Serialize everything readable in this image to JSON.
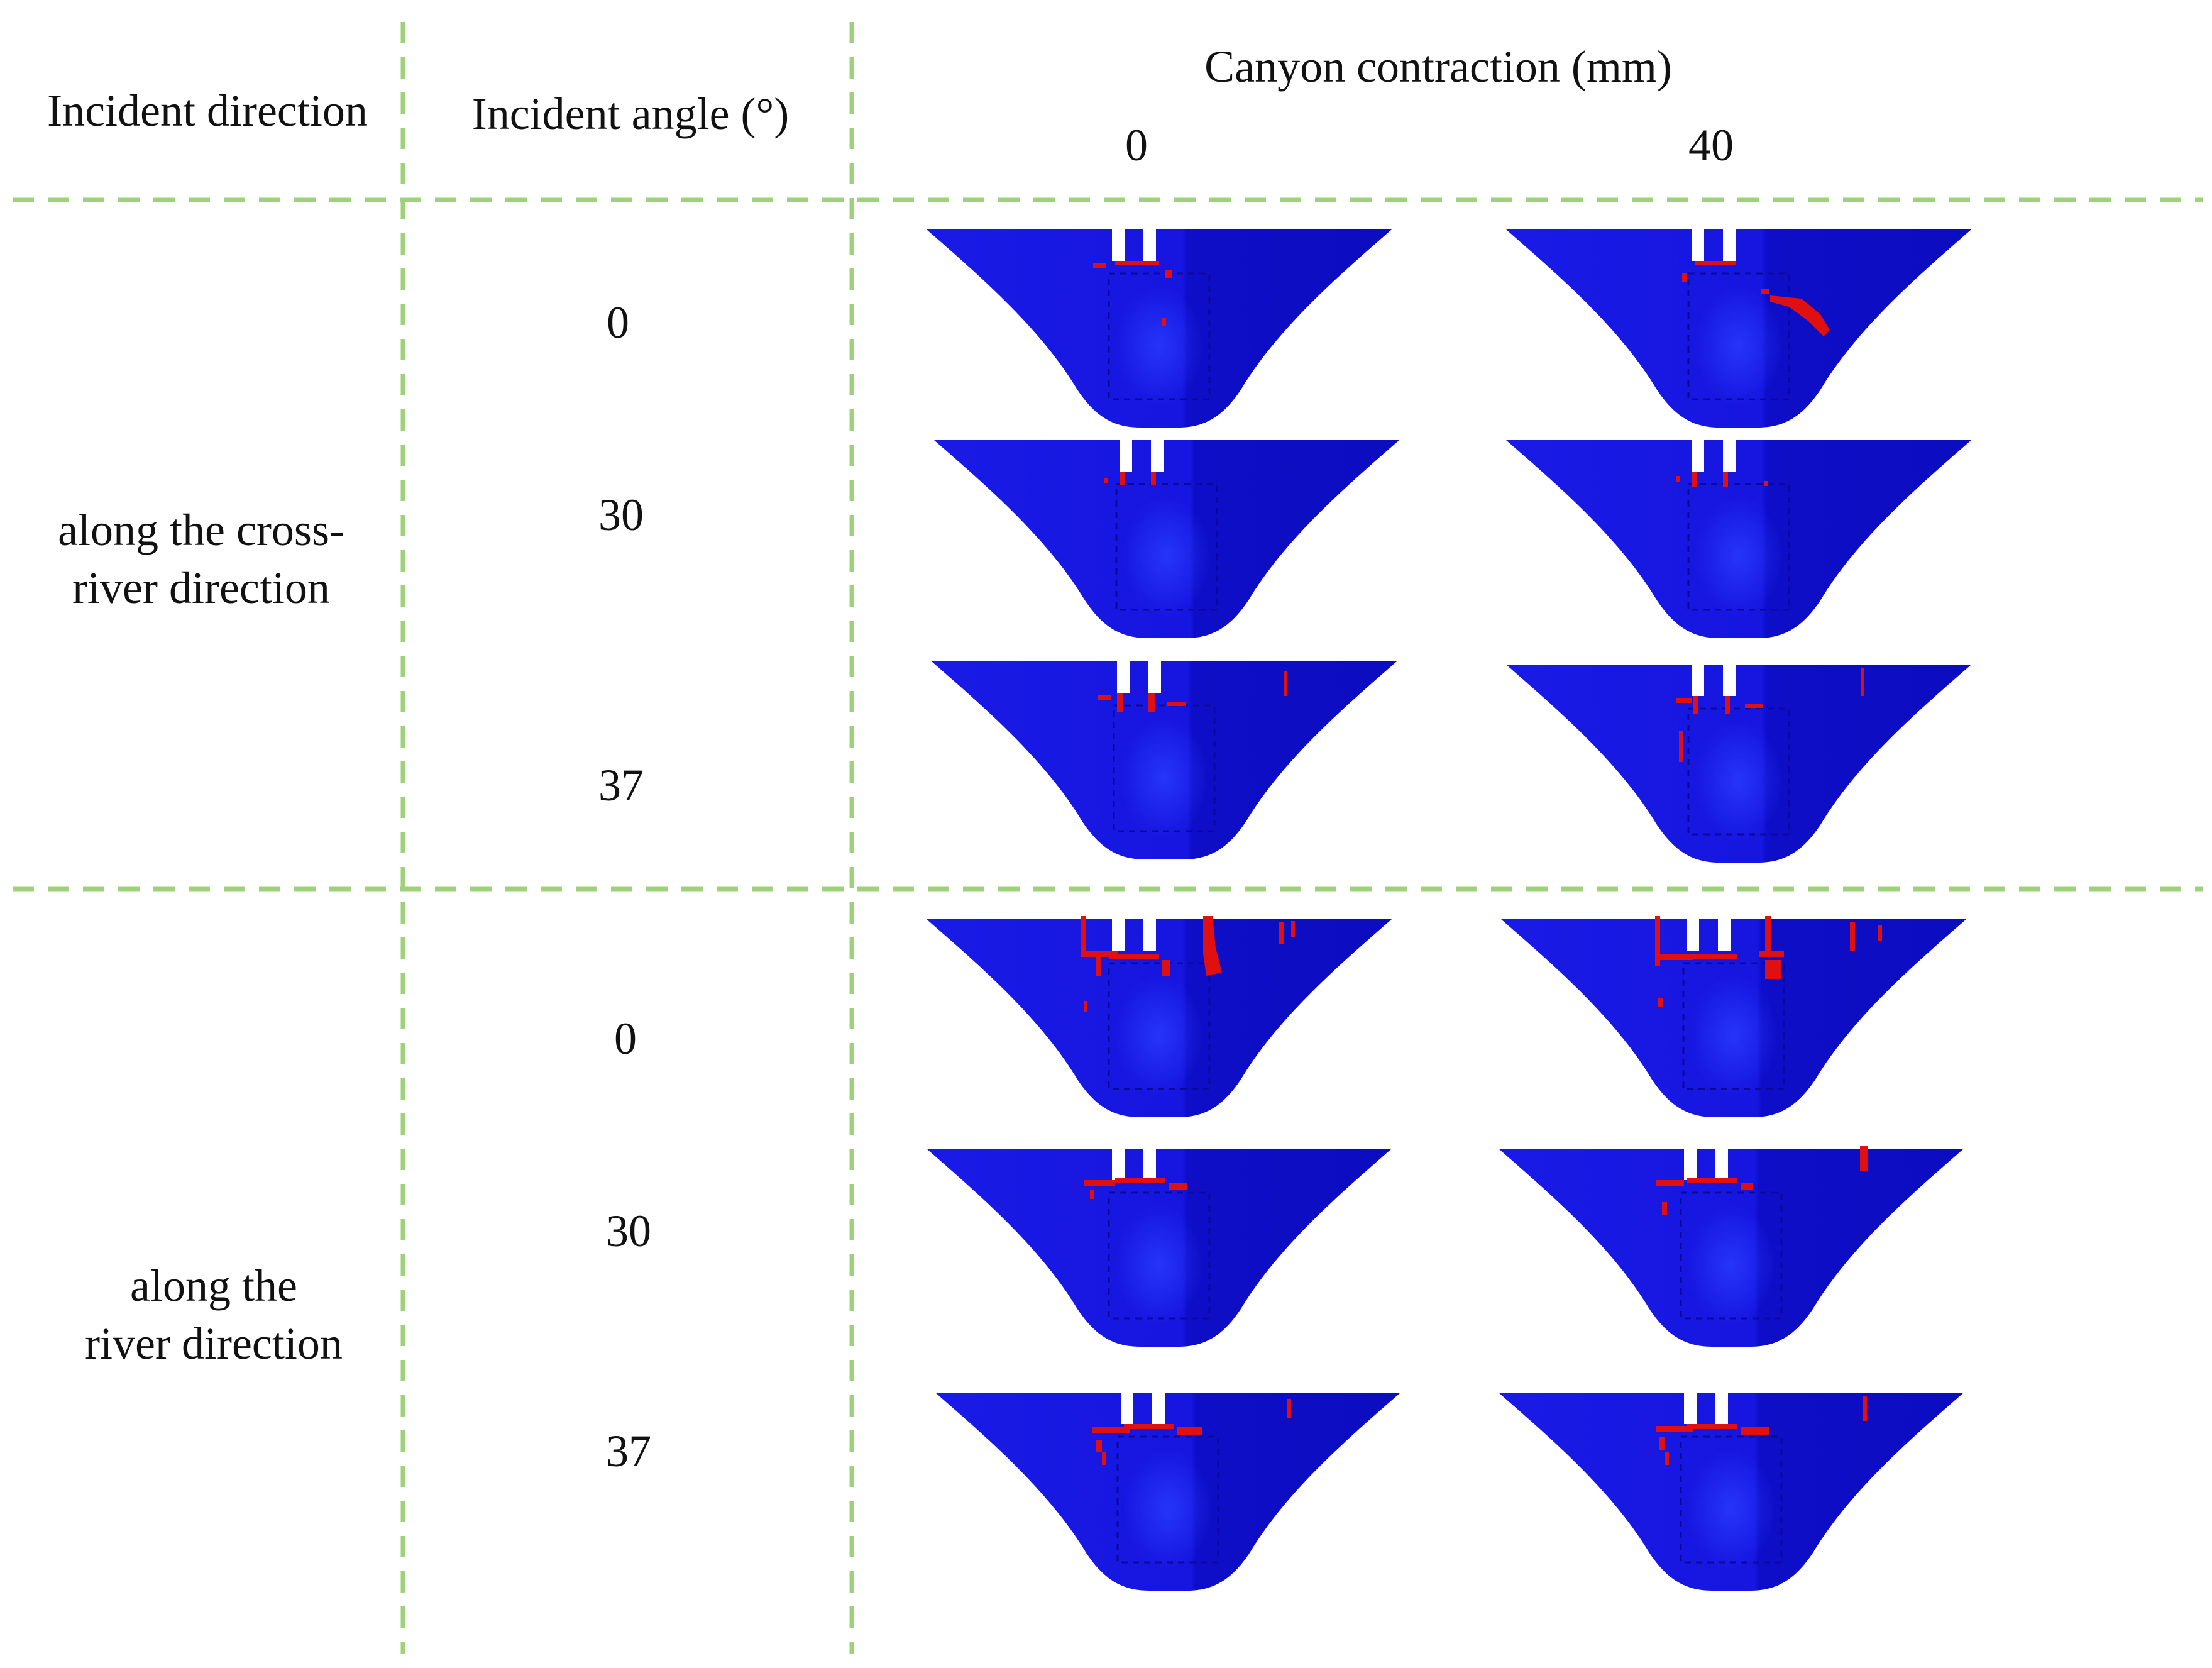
{
  "header": {
    "incident_direction": "Incident direction",
    "incident_angle": "Incident angle (°)",
    "canyon_contraction": "Canyon contraction (mm)",
    "contraction_values": [
      "0",
      "40"
    ]
  },
  "groups": [
    {
      "direction_lines": [
        "along the cross-",
        "river direction"
      ],
      "angles": [
        "0",
        "30",
        "37"
      ]
    },
    {
      "direction_lines": [
        "along the",
        "river direction"
      ],
      "angles": [
        "0",
        "30",
        "37"
      ]
    }
  ],
  "colors": {
    "grid_line": "#9fd07a",
    "dam_body": "#1616e0",
    "dam_shade": "#0a0ab8",
    "damage": "#e01010"
  },
  "panel_icon": "dam-damage-contour"
}
